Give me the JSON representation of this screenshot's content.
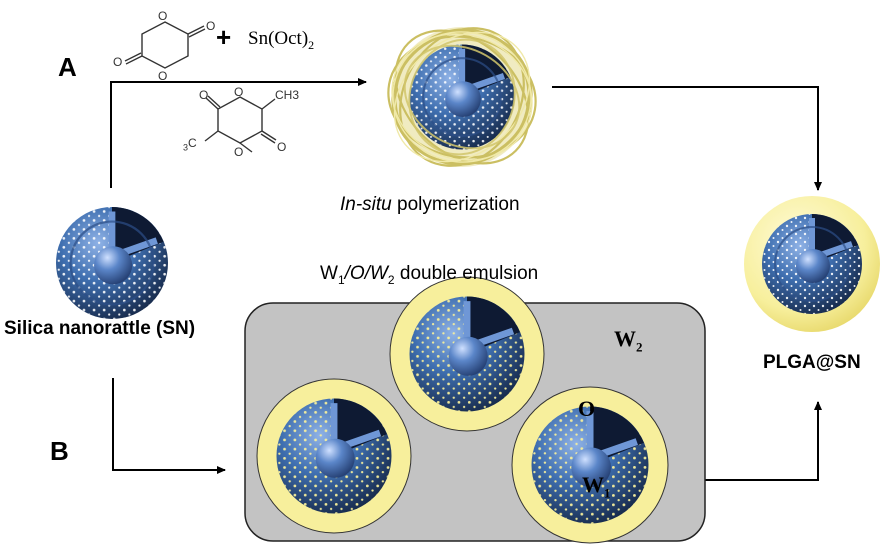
{
  "route_a": {
    "letter": "A",
    "plus": "+",
    "catalyst": {
      "base": "Sn(Oct)",
      "sub": "2"
    },
    "lactide_ch3": "CH3",
    "lactide_h3c": {
      "sub": "3",
      "base": "C"
    },
    "caption_italic": "In-situ",
    "caption_rest": " polymerization"
  },
  "route_b": {
    "letter": "B",
    "emulsion_title": {
      "w": "W",
      "s1": "1",
      "mid": "/O/W",
      "s2": "2",
      "rest": " double emulsion"
    },
    "outer_phase": {
      "base": "W",
      "sub": "2"
    },
    "oil_phase": "O",
    "inner_phase": {
      "base": "W",
      "sub": "1"
    }
  },
  "start_label": "Silica nanorattle (SN)",
  "product_label": "PLGA@SN",
  "colors": {
    "sphere_blue": "#3f6fb0",
    "sphere_dark": "#1a2f55",
    "pore_dots": "#ffffff",
    "shell_yellow": "#f7ef9c",
    "emulsion_box": "#c3c3c3",
    "polymer_fibers": "#d8cf7e"
  }
}
